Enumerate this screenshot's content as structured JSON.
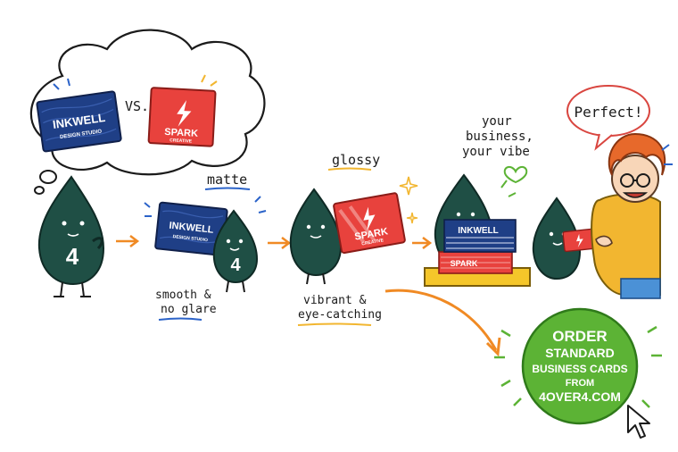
{
  "thought": {
    "vs": "VS."
  },
  "cards": {
    "inkwell": {
      "name": "INKWELL",
      "sub": "DESIGN STUDIO"
    },
    "spark": {
      "name": "SPARK",
      "sub": "CREATIVE"
    }
  },
  "mascot": {
    "number": "4"
  },
  "labels": {
    "matte": "matte",
    "smooth_1": "smooth &",
    "smooth_2": "no glare",
    "glossy": "glossy",
    "vibrant_1": "vibrant &",
    "vibrant_2": "eye-catching",
    "vibe_1": "your",
    "vibe_2": "business,",
    "vibe_3": "your vibe",
    "stack": "INKWELL",
    "perfect": "Perfect!"
  },
  "cta": {
    "line1": "ORDER",
    "line2": "STANDARD",
    "line3": "BUSINESS CARDS",
    "line4": "FROM",
    "line5": "4OVER4.COM"
  },
  "colors": {
    "mascot": "#1f4f45",
    "inkwell_blue": "#1f3f86",
    "spark_red": "#e8423d",
    "cta_green": "#5cb335",
    "arrow_orange": "#f08a24",
    "accent_blue": "#2b63c9",
    "hair": "#e7692b",
    "sweater": "#f2b630",
    "tray": "#f5c62a"
  },
  "icons": [
    "thought-bubble-icon",
    "lightning-bolt-icon",
    "heart-icon",
    "sparkle-icon",
    "cursor-arrow-icon"
  ]
}
